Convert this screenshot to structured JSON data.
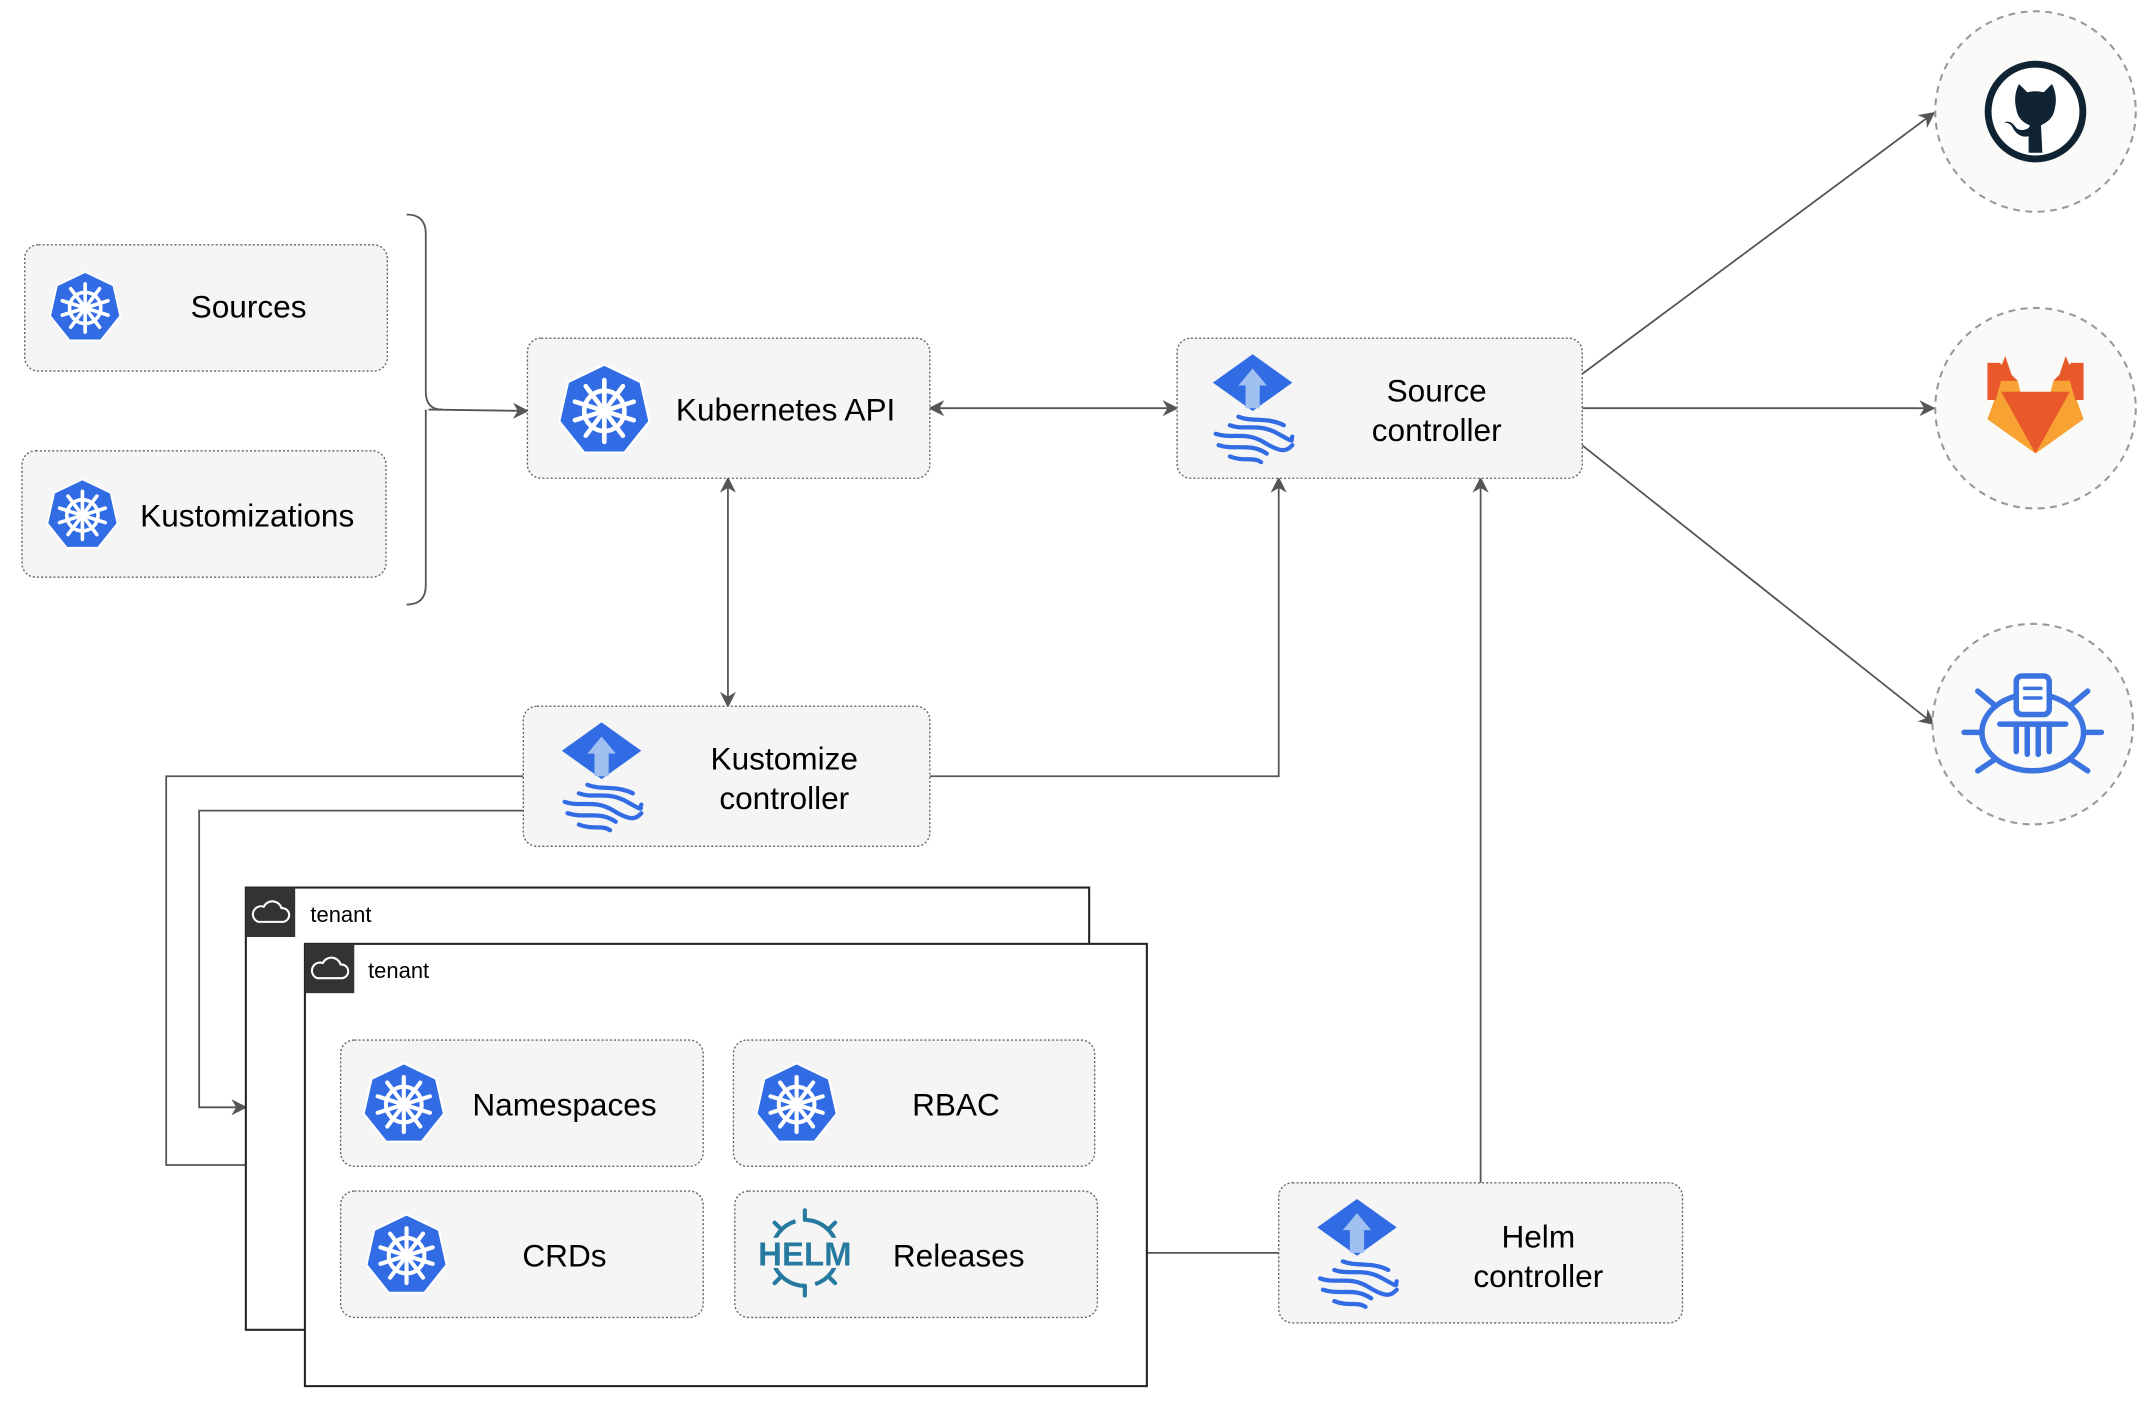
{
  "nodes": {
    "sources": {
      "label": "Sources",
      "icon": "kubernetes-icon"
    },
    "kustomizations": {
      "label": "Kustomizations",
      "icon": "kubernetes-icon"
    },
    "kubernetes_api": {
      "label": "Kubernetes API",
      "icon": "kubernetes-icon"
    },
    "source_controller": {
      "line1": "Source",
      "line2": "controller",
      "icon": "flux-icon"
    },
    "kustomize_controller": {
      "line1": "Kustomize",
      "line2": "controller",
      "icon": "flux-icon"
    },
    "helm_controller": {
      "line1": "Helm",
      "line2": "controller",
      "icon": "flux-icon"
    },
    "namespaces": {
      "label": "Namespaces",
      "icon": "kubernetes-icon"
    },
    "rbac": {
      "label": "RBAC",
      "icon": "kubernetes-icon"
    },
    "crds": {
      "label": "CRDs",
      "icon": "kubernetes-icon"
    },
    "releases": {
      "label": "Releases",
      "icon": "helm-icon",
      "logo_text": "HELM"
    }
  },
  "tenants": [
    {
      "label": "tenant",
      "icon": "cloud-icon"
    },
    {
      "label": "tenant",
      "icon": "cloud-icon"
    }
  ],
  "external": [
    {
      "icon": "github-icon"
    },
    {
      "icon": "gitlab-icon"
    },
    {
      "icon": "helm-repository-icon"
    }
  ],
  "colors": {
    "kubernetes_blue": "#326ce5",
    "github": "#0f2333",
    "gitlab_red": "#e8582a",
    "gitlab_orange": "#f9a234",
    "edge": "#555555"
  }
}
